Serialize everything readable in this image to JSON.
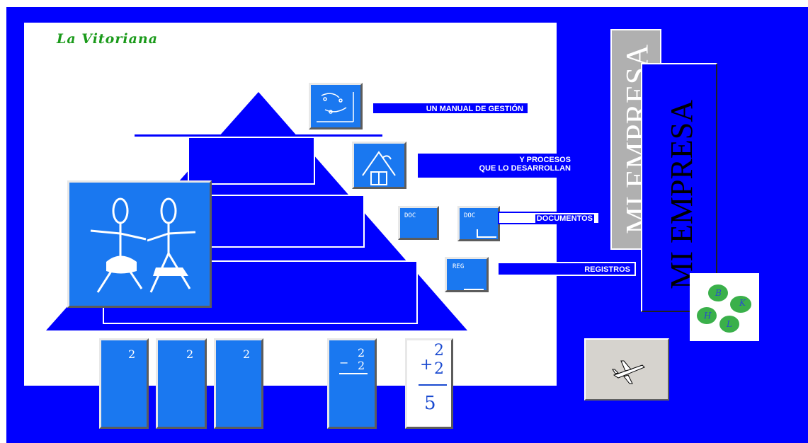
{
  "brand": {
    "logo_text": "La Vitoriana"
  },
  "labels": {
    "manual": "UN MANUAL DE GESTIÓN",
    "procesos_line1": "Y PROCESOS",
    "procesos_line2": "QUE LO DESARROLLAN",
    "documentos": "DOCUMENTOS",
    "registros": "REGISTROS"
  },
  "icons": {
    "doc_small_1": "DOC",
    "doc_small_2": "DOC",
    "reg_small": "REG"
  },
  "bottom_cards": {
    "card1": "2",
    "card2": "2",
    "card3": "2",
    "card4_top": "2",
    "card4_bottom": "2",
    "card4_sign": "−",
    "card5_top": "2",
    "card5_sign": "+",
    "card5_mid": "2",
    "card5_result": "5"
  },
  "right_panel": {
    "back_tab": "MI EMPRESA",
    "front_tab": "MI EMPRESA",
    "emblem_letters": [
      "B",
      "K",
      "H",
      "L"
    ]
  },
  "colors": {
    "background": "#0000ff",
    "button_blue": "#1a78f0",
    "logo_green": "#1a9a1a",
    "back_tab_gray": "#b0b0b0"
  }
}
